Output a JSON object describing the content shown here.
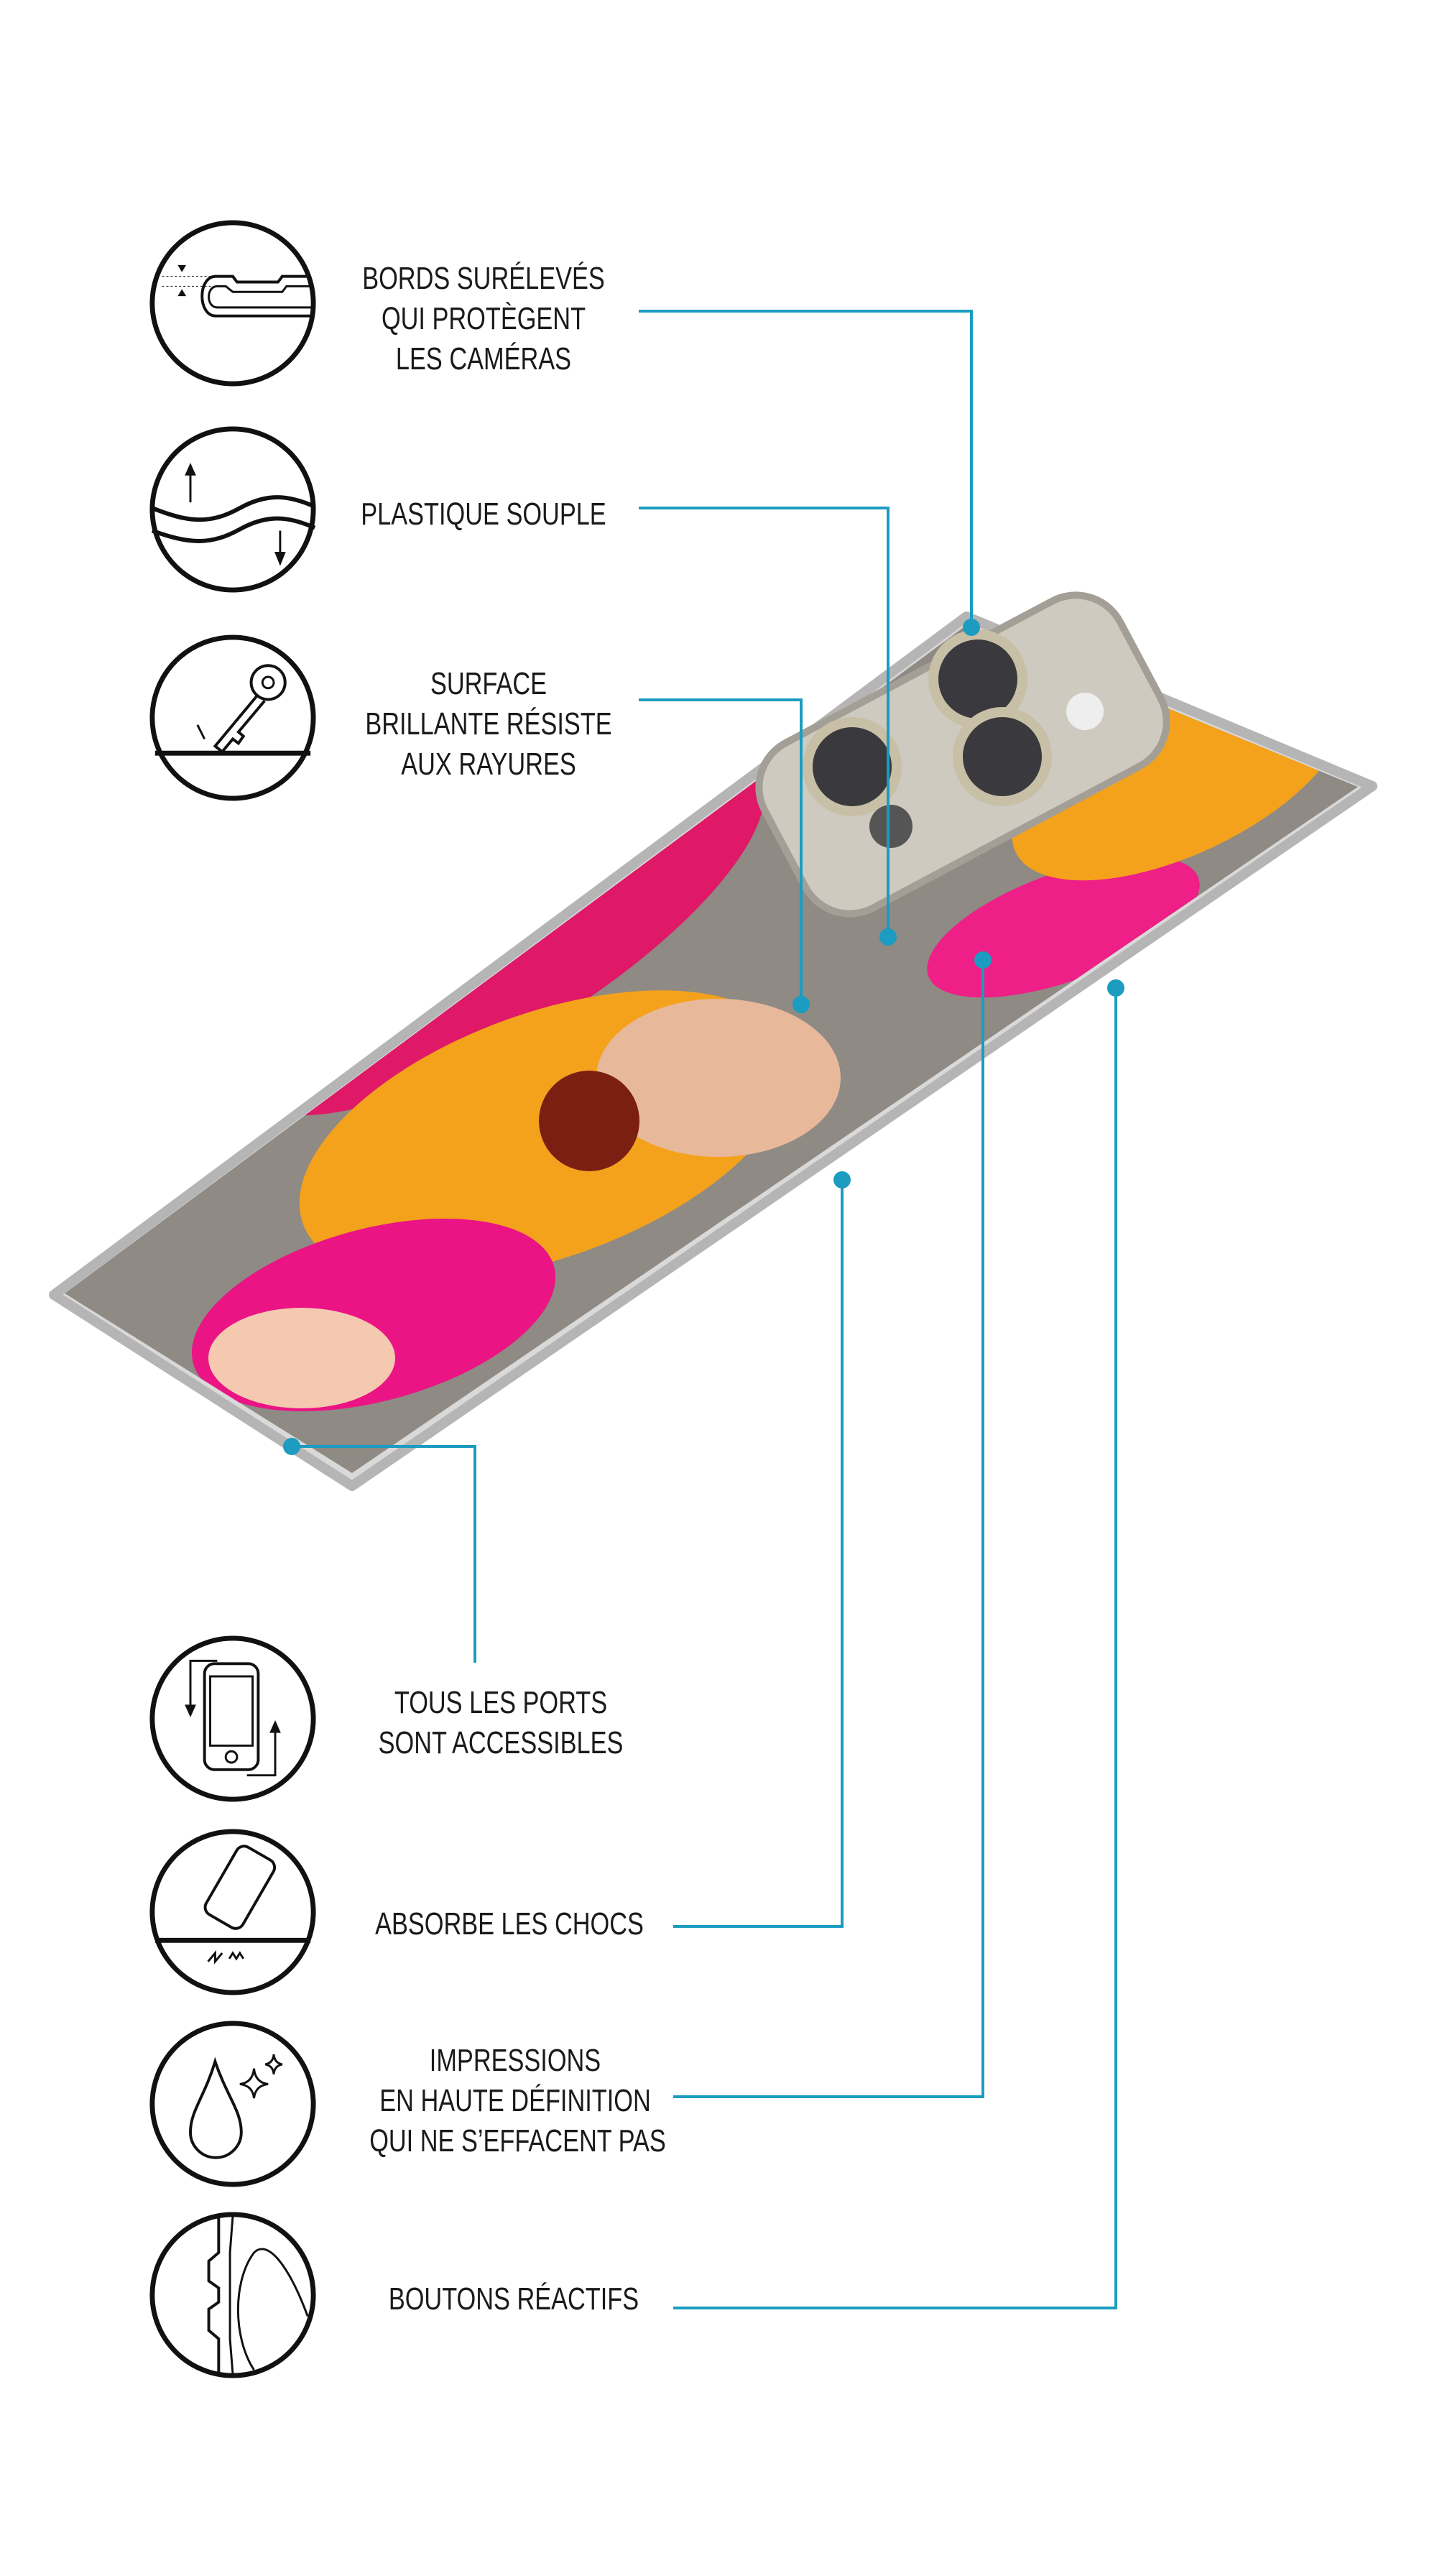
{
  "accent_color": "#1b9cc0",
  "features": [
    {
      "icon": "raised-edges-icon",
      "lines": [
        "BORDS SURÉLEVÉS",
        "QUI PROTÈGENT",
        "LES CAMÉRAS"
      ]
    },
    {
      "icon": "flexible-plastic-icon",
      "lines": [
        "PLASTIQUE SOUPLE"
      ]
    },
    {
      "icon": "scratch-resistant-icon",
      "lines": [
        "SURFACE",
        "BRILLANTE RÉSISTE",
        "AUX RAYURES"
      ]
    },
    {
      "icon": "ports-accessible-icon",
      "lines": [
        "TOUS LES PORTS",
        "SONT ACCESSIBLES"
      ]
    },
    {
      "icon": "shock-absorb-icon",
      "lines": [
        "ABSORBE LES CHOCS"
      ]
    },
    {
      "icon": "hd-print-icon",
      "lines": [
        "IMPRESSIONS",
        "EN HAUTE DÉFINITION",
        "QUI NE S’EFFACENT PAS"
      ]
    },
    {
      "icon": "responsive-buttons-icon",
      "lines": [
        "BOUTONS RÉACTIFS"
      ]
    }
  ]
}
